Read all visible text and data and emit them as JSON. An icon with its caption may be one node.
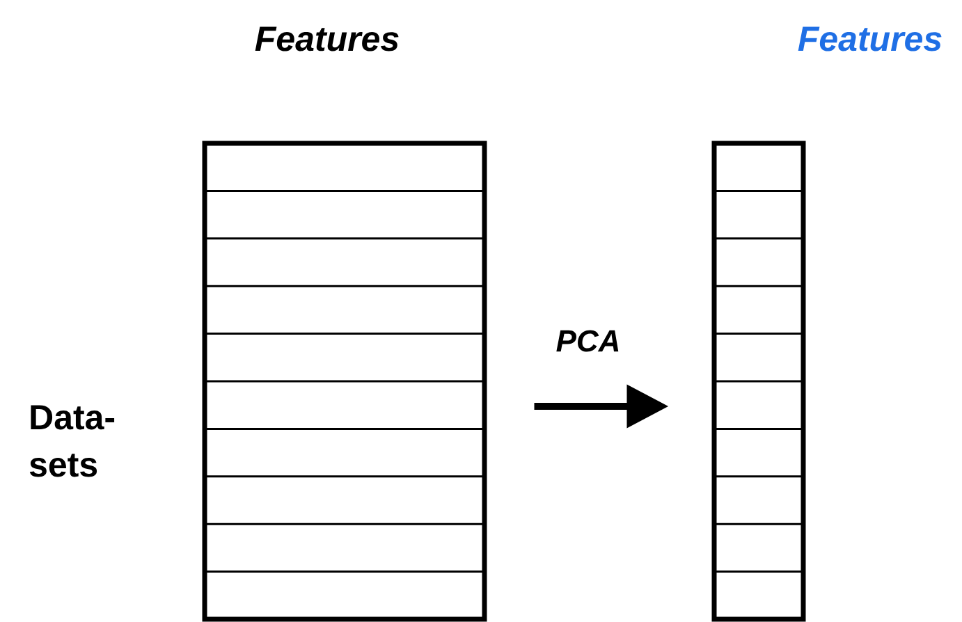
{
  "diagram": {
    "nodes": [
      {
        "text": [
          "Features"
        ]
      },
      {
        "text": [
          "Features"
        ]
      }
    ],
    "edges": [
      {
        "from": 0,
        "to": 1,
        "arrow": "to",
        "label": "PCA"
      }
    ],
    "labels": [
      "Data-sets"
    ]
  }
}
